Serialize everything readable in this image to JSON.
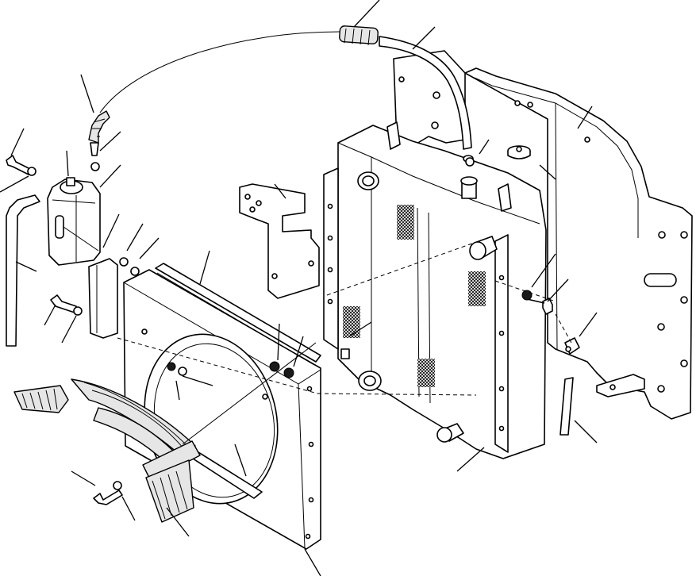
{
  "figure": {
    "kind": "exploded-parts-diagram",
    "colors": {
      "ink": "#000000",
      "paper": "#ffffff"
    },
    "parts": [
      "overflow-hose",
      "radiator-upper-hose",
      "engine-mount-plate",
      "radiator-cap",
      "radiator-assembly",
      "coolant-reserve-tank",
      "tank-cap",
      "tank-outlet-hose",
      "tank-bracket",
      "shroud-bracket",
      "fan-shroud",
      "shroud-seal",
      "fan-guard-grille",
      "drain-valve",
      "drain-hose",
      "bolt",
      "washer",
      "nut"
    ]
  }
}
